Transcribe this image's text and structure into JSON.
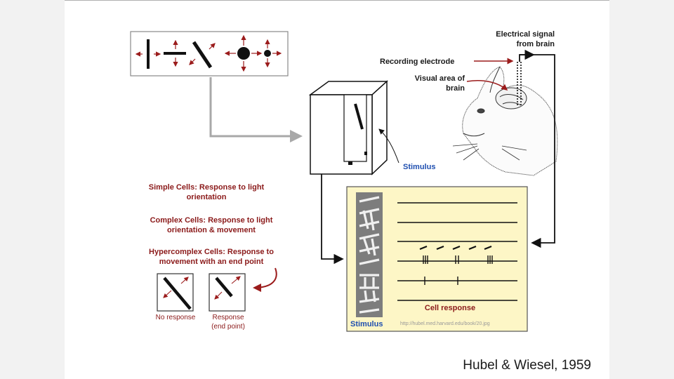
{
  "labels": {
    "electrical_signal": "Electrical signal\nfrom brain",
    "recording_electrode": "Recording electrode",
    "visual_area": "Visual area of\nbrain",
    "stimulus_arrow": "Stimulus",
    "simple_cells": "Simple Cells: Response to light\norientation",
    "complex_cells": "Complex Cells: Response to light\norientation & movement",
    "hypercomplex_cells": "Hypercomplex Cells: Response to\nmovement with an end point",
    "no_response": "No response",
    "response_end_point": "Response\n(end point)",
    "cell_response": "Cell response",
    "stimulus_panel": "Stimulus",
    "panel_url": "http://hubel.med.harvard.edu/book/20.jpg"
  },
  "citation": "Hubel & Wiesel, 1959",
  "colors": {
    "maroon": "#8b1a1a",
    "blue": "#1f4fb0",
    "panel_yellow": "#fdf6c6",
    "arrow_gray": "#a8a8a8"
  }
}
